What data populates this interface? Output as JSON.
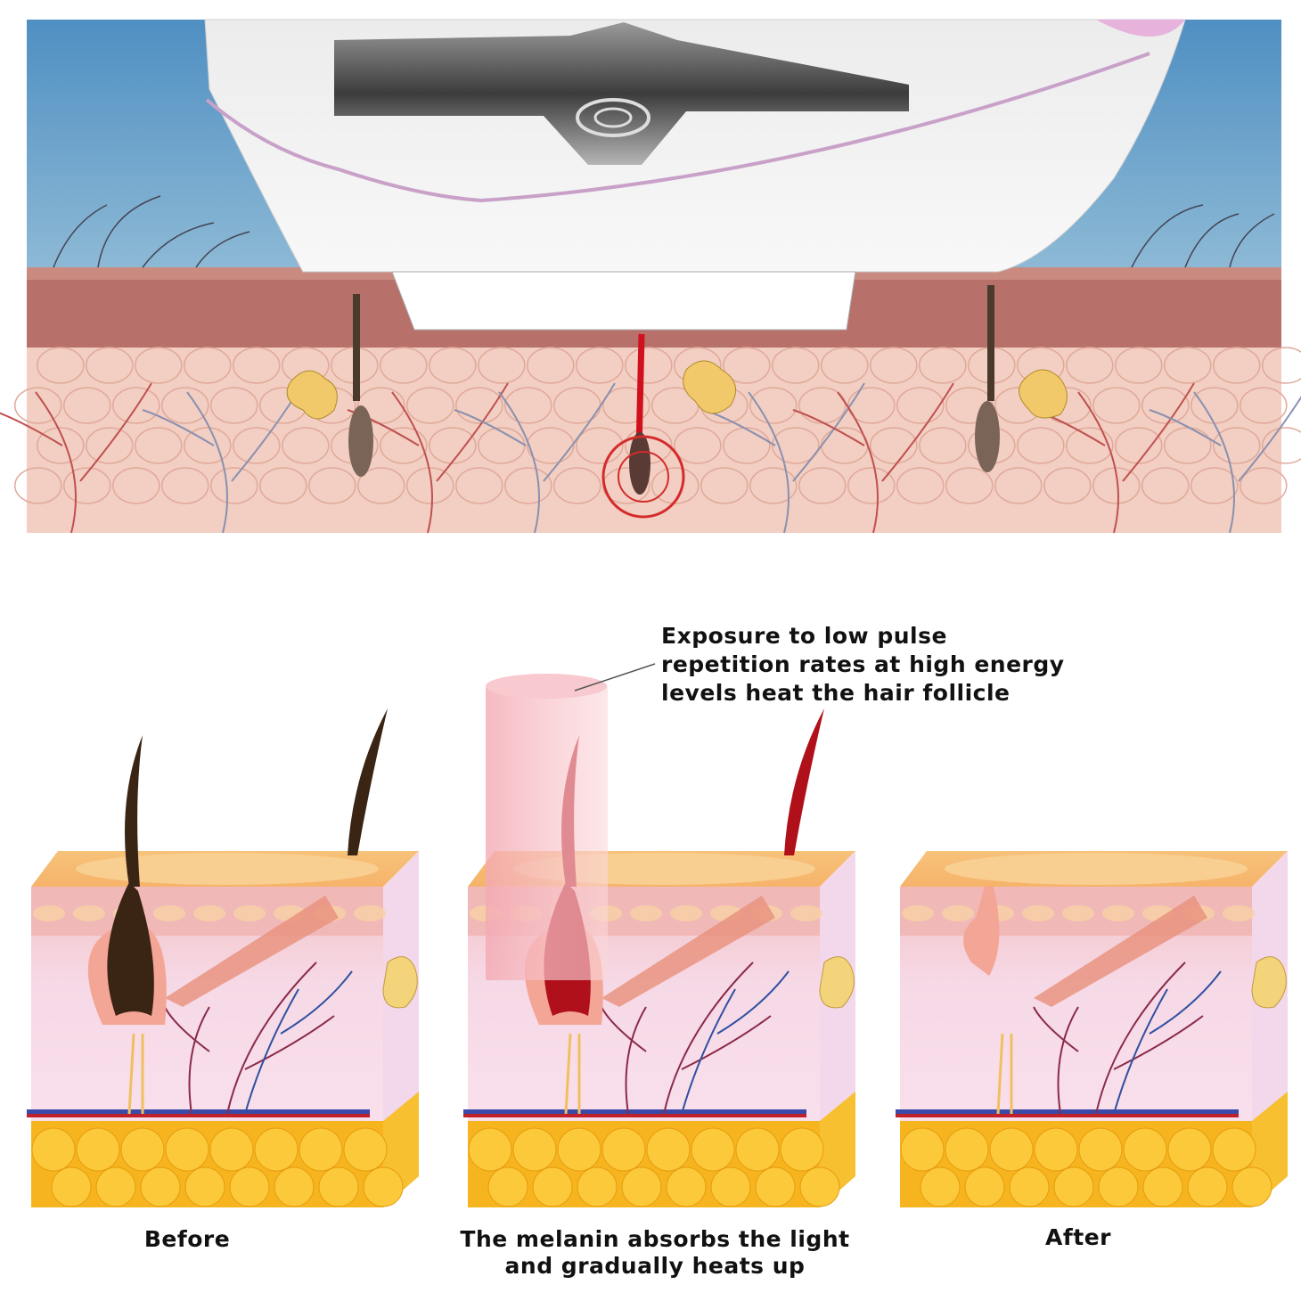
{
  "callout": {
    "line1": "Exposure to low pulse",
    "line2": "repetition rates at high energy",
    "line3": "levels  heat  the hair follicle"
  },
  "stages": [
    {
      "label": "Before"
    },
    {
      "label_line1": "The melanin absorbs the light",
      "label_line2": "and gradually heats up"
    },
    {
      "label": "After"
    }
  ],
  "colors": {
    "sky": "#6fa8cf",
    "epidermis": "#c98a80",
    "dermis": "#f2cfc2",
    "fat": "#f6b51e",
    "beam": "#f5c0c6",
    "heated_hair": "#b0101a",
    "hair": "#3a2414"
  }
}
